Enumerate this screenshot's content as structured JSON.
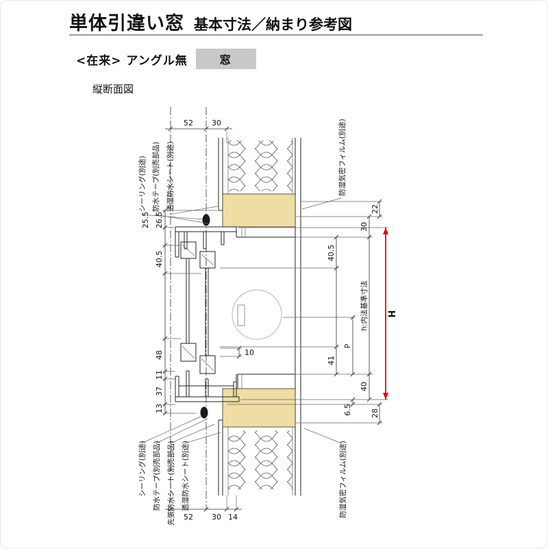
{
  "header": {
    "title_main": "単体引違い窓",
    "title_sub": "基本寸法／納まり参考図",
    "variant_label": "<在来> アングル無",
    "variant_tag": "窓",
    "section_label": "縦断面図"
  },
  "colors": {
    "accent_red": "#e60012",
    "wood_tan": "#f0dda4",
    "tag_bg": "#c9c9c9",
    "rule_gray": "#9c9c9c"
  },
  "diagram": {
    "dims_top": [
      "52",
      "30"
    ],
    "dims_bottom": [
      "52",
      "30",
      "14"
    ],
    "dims_left": [
      "25.5",
      "26.5",
      "40.5",
      "48",
      "11",
      "37",
      "13"
    ],
    "dims_right": [
      "22",
      "30",
      "40.5",
      "41",
      "P",
      "40",
      "6.5",
      "28"
    ],
    "dim_mid": "10",
    "dim_H": "H",
    "dim_h_label": "h:内法基準寸法",
    "labels_top_left": [
      "シーリング(別途)",
      "防水テープ(別売部品)",
      "透湿防水シート(別途)"
    ],
    "label_top_right": "防湿気密フィルム(別途)",
    "labels_bottom_left": [
      "シーリング(別途)",
      "防水テープ(別売部品)",
      "先張防水シート(別売部品)",
      "透湿防水シート(別途)"
    ],
    "label_bottom_right": "防湿気密フィルム(別途)"
  }
}
